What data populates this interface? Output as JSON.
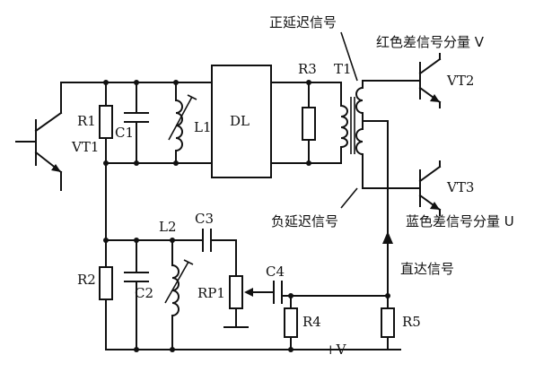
{
  "labels": {
    "vt1": "VT1",
    "vt2": "VT2",
    "vt3": "VT3",
    "r1": "R1",
    "c1": "C1",
    "l1": "L1",
    "dl": "DL",
    "r3": "R3",
    "t1": "T1",
    "r2": "R2",
    "c2": "C2",
    "l2": "L2",
    "c3": "C3",
    "rp1": "RP1",
    "c4": "C4",
    "r4": "R4",
    "r5": "R5",
    "vplus": "+V"
  },
  "annotations": {
    "positive_delay": "正延迟信号",
    "negative_delay": "负延迟信号",
    "red_diff": "红色差信号分量 V",
    "blue_diff": "蓝色差信号分量 U",
    "direct": "直达信号"
  }
}
